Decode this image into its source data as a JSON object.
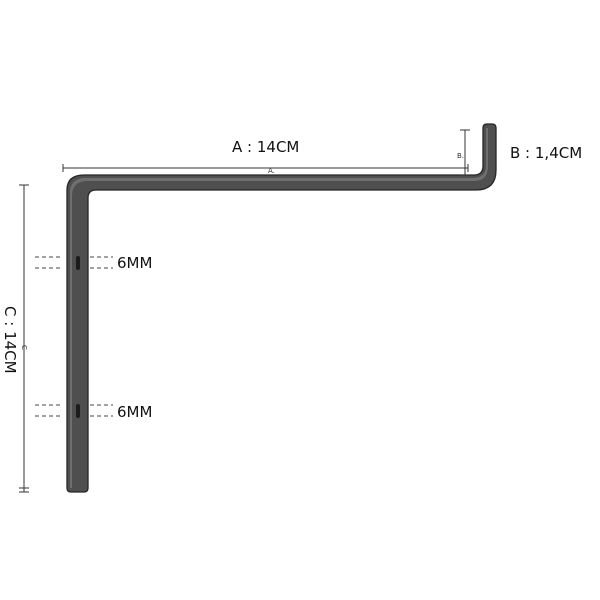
{
  "labels": {
    "length_a": "A : 14CM",
    "length_b": "B : 1,4CM",
    "length_c": "C : 14CM",
    "hole_top": "6MM",
    "hole_bottom": "6MM",
    "tag_a": "A.",
    "tag_b": "B.",
    "tag_c": "C"
  },
  "colors": {
    "bracket": "#4f4f4f",
    "lines": "#333333",
    "background": "#ffffff"
  }
}
